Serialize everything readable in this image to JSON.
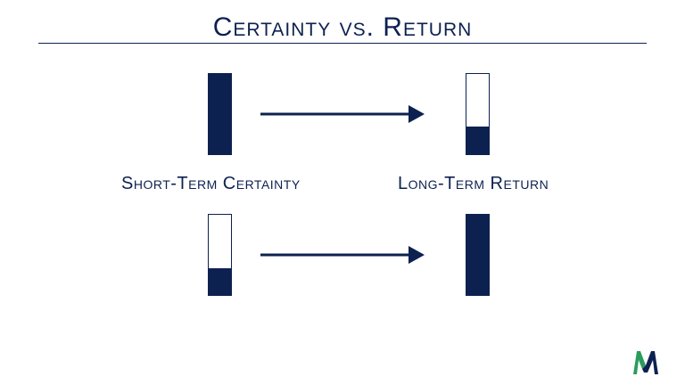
{
  "title": "Certainty vs. Return",
  "labels": {
    "left": "Short-Term Certainty",
    "right": "Long-Term Return"
  },
  "rows": [
    {
      "start_fill": 1.0,
      "end_fill": 0.35
    },
    {
      "start_fill": 0.33,
      "end_fill": 1.0
    }
  ],
  "colors": {
    "navy": "#0d2150",
    "logo_green": "#2a9d5c",
    "logo_navy": "#0d2150"
  },
  "icons": {
    "arrow": "right-arrow-icon",
    "logo": "m-logo-icon"
  }
}
